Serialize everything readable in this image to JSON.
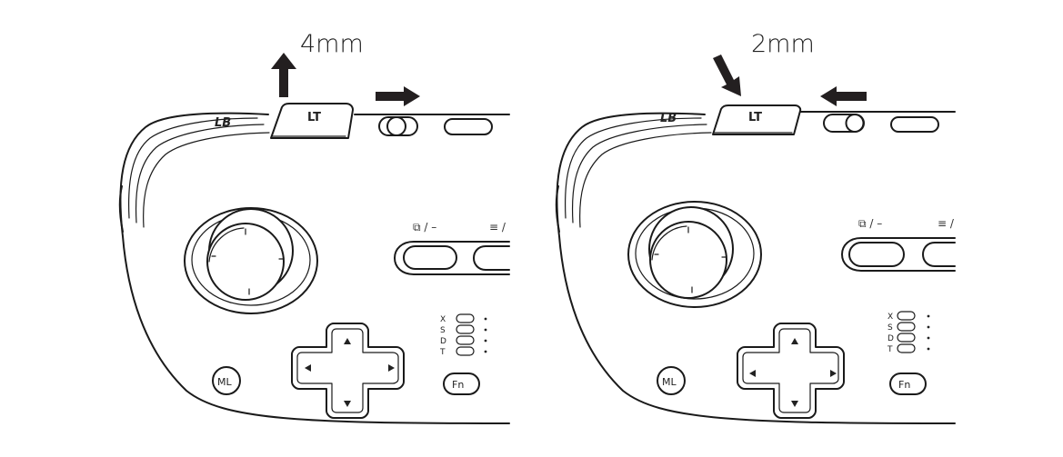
{
  "panels": [
    {
      "id": "left",
      "measurement": "4mm",
      "arrows": [
        "up",
        "right"
      ],
      "labels": {
        "lt": "LT",
        "lb": "LB",
        "ml": "ML",
        "fn": "Fn",
        "view_symbol": "⧉ / –",
        "menu_symbol": "≡ /"
      },
      "mode_labels": [
        "X",
        "S",
        "D",
        "T"
      ]
    },
    {
      "id": "right",
      "measurement": "2mm",
      "arrows": [
        "down",
        "left"
      ],
      "labels": {
        "lt": "LT",
        "lb": "LB",
        "ml": "ML",
        "fn": "Fn",
        "view_symbol": "⧉ / –",
        "menu_symbol": "≡ /"
      },
      "mode_labels": [
        "X",
        "S",
        "D",
        "T"
      ]
    }
  ]
}
